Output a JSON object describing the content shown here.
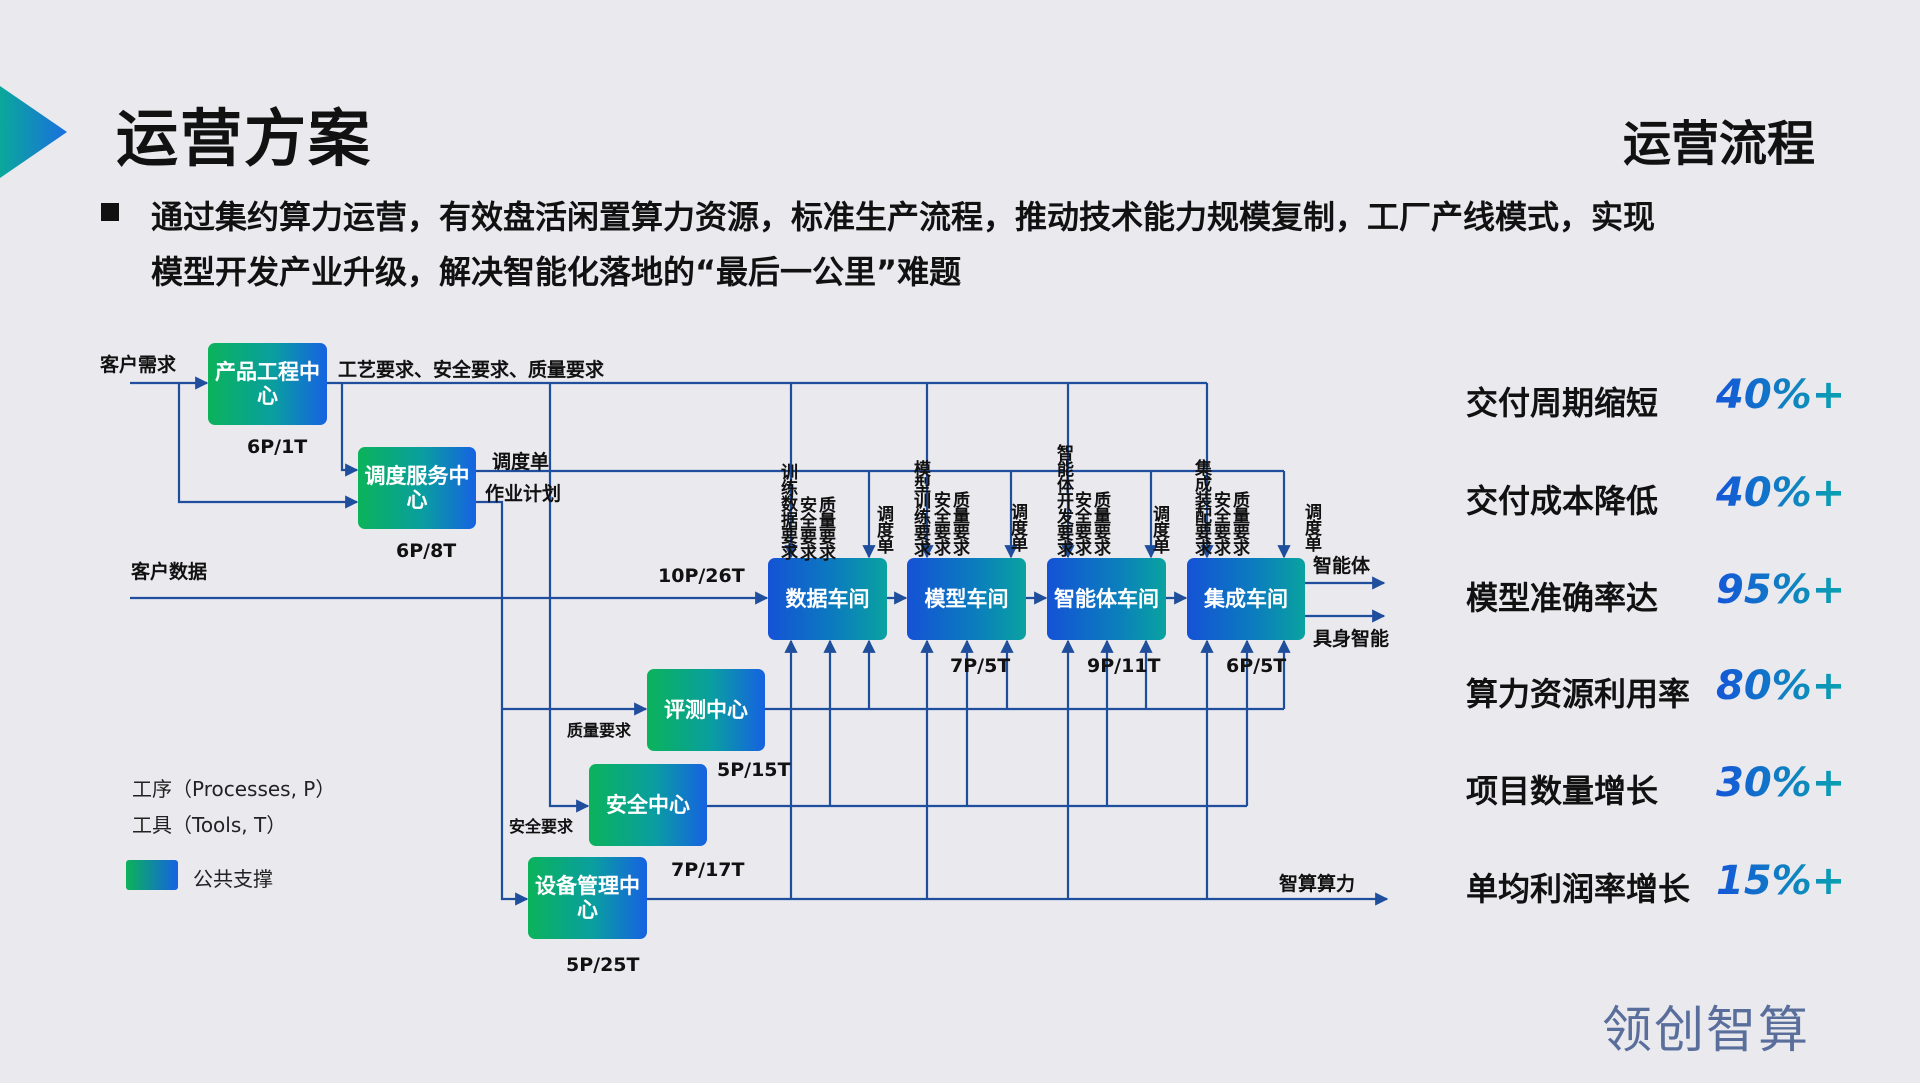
{
  "header": {
    "title": "运营方案",
    "section": "运营流程",
    "bullet_line1": "通过集约算力运营，有效盘活闲置算力资源，标准生产流程，推动技术能力规模复制，工厂产线模式，实现",
    "bullet_line2": "模型开发产业升级，解决智能化落地的“最后一公里”难题"
  },
  "diagram": {
    "inputs": {
      "customer_demand": "客户需求",
      "customer_data": "客户数据"
    },
    "nodes": {
      "product": {
        "name": "产品工程中心",
        "stats": "6P/1T"
      },
      "dispatch": {
        "name": "调度服务中心",
        "stats": "6P/8T"
      },
      "data_shop": {
        "name": "数据车间",
        "stats": "10P/26T"
      },
      "model_shop": {
        "name": "模型车间",
        "stats": "7P/5T"
      },
      "agent_shop": {
        "name": "智能体车间",
        "stats": "9P/11T"
      },
      "integ_shop": {
        "name": "集成车间",
        "stats": "6P/5T"
      },
      "eval": {
        "name": "评测中心",
        "stats": "5P/15T"
      },
      "security": {
        "name": "安全中心",
        "stats": "7P/17T"
      },
      "device": {
        "name": "设备管理中心",
        "stats": "5P/25T"
      }
    },
    "edge_labels": {
      "requirements": "工艺要求、安全要求、质量要求",
      "dispatch_order": "调度单",
      "work_plan": "作业计划",
      "quality_req": "质量要求",
      "security_req": "安全要求",
      "compute": "智算算力",
      "out_agent": "智能体",
      "out_embodied": "具身智能"
    },
    "vertical_labels": {
      "data": [
        "训练数据要求",
        "安全要求",
        "质量要求",
        "调度单"
      ],
      "model": [
        "模型训练要求",
        "安全要求",
        "质量要求",
        "调度单"
      ],
      "agent": [
        "智能体开发要求",
        "安全要求",
        "质量要求",
        "调度单"
      ],
      "integ": [
        "集成装配要求",
        "安全要求",
        "质量要求",
        "调度单"
      ]
    },
    "colors": {
      "line": "#1f4e9c",
      "center_gradient": [
        "#0bb35a",
        "#1662e2"
      ],
      "shop_gradient": [
        "#1452d6",
        "#0aa3a0"
      ]
    }
  },
  "legend": {
    "processes": "工序（Processes, P）",
    "tools": "工具（Tools, T）",
    "public_support": "公共支撑"
  },
  "metrics": [
    {
      "label": "交付周期缩短",
      "value": "40%+"
    },
    {
      "label": "交付成本降低",
      "value": "40%+"
    },
    {
      "label": "模型准确率达",
      "value": "95%+"
    },
    {
      "label": "算力资源利用率",
      "value": "80%+"
    },
    {
      "label": "项目数量增长",
      "value": "30%+"
    },
    {
      "label": "单均利润率增长",
      "value": "15%+"
    }
  ],
  "logo": "领创智算"
}
